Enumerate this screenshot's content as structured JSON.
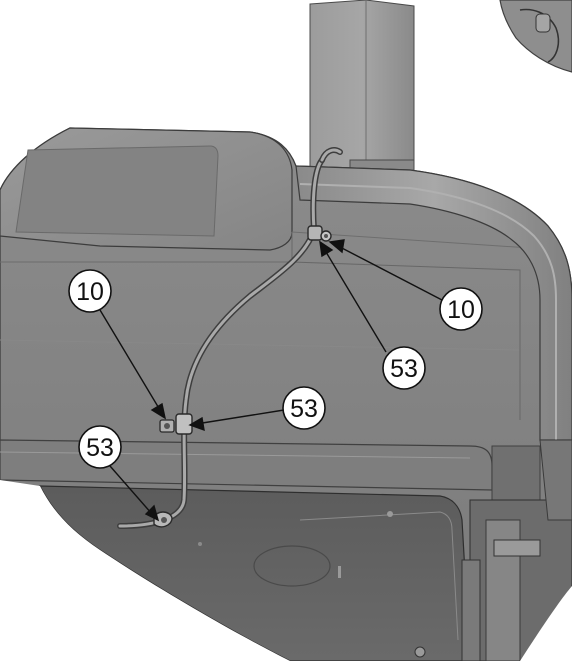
{
  "figure": {
    "callouts": [
      {
        "id": "c1",
        "label": "10"
      },
      {
        "id": "c2",
        "label": "10"
      },
      {
        "id": "c3",
        "label": "53"
      },
      {
        "id": "c4",
        "label": "53"
      },
      {
        "id": "c5",
        "label": "53"
      }
    ]
  }
}
